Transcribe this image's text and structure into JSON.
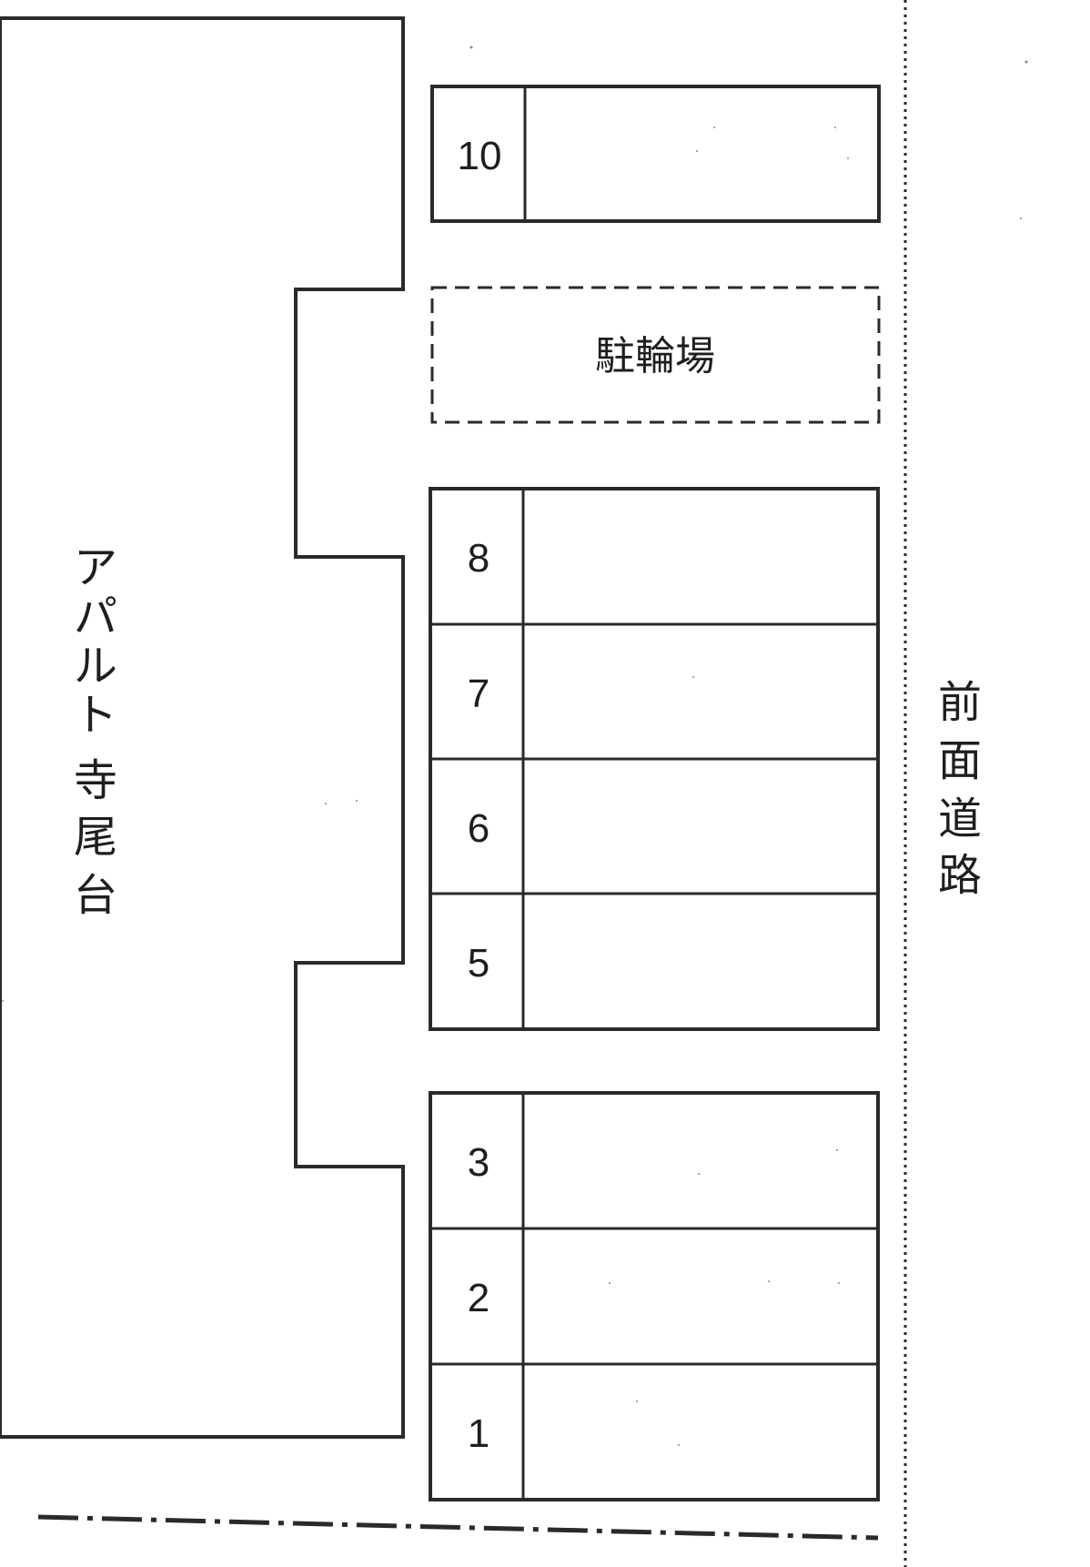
{
  "building": {
    "name_chars": [
      "ア",
      "パ",
      "ル",
      "ト",
      "寺",
      "尾",
      "台"
    ]
  },
  "bicycle_parking": {
    "label": "駐輪場"
  },
  "road": {
    "name_chars": [
      "前",
      "面",
      "道",
      "路"
    ]
  },
  "parking_spaces": [
    {
      "number": "10"
    },
    {
      "number": "8"
    },
    {
      "number": "7"
    },
    {
      "number": "6"
    },
    {
      "number": "5"
    },
    {
      "number": "3"
    },
    {
      "number": "2"
    },
    {
      "number": "1"
    }
  ],
  "colors": {
    "line": "#2a2a2a",
    "text": "#1e1e1e"
  }
}
